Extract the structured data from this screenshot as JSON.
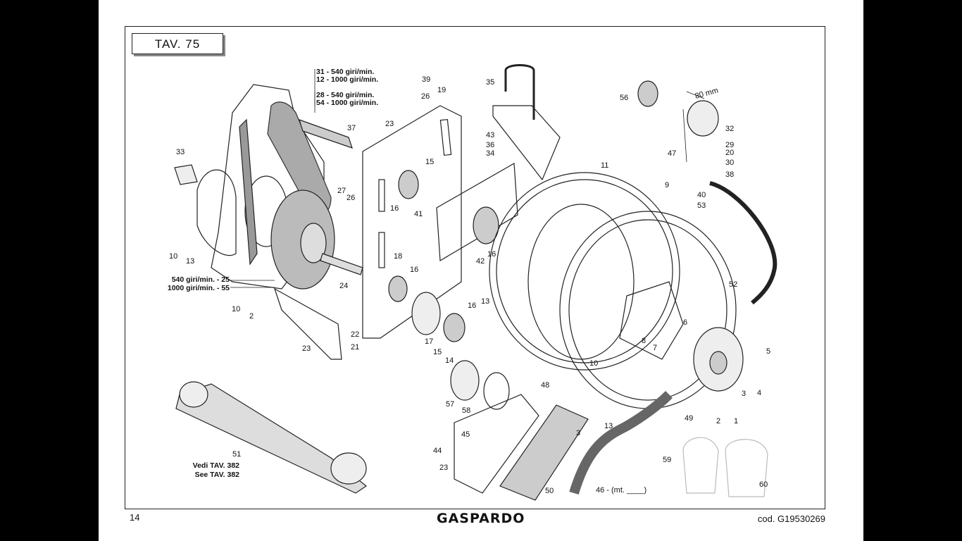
{
  "document": {
    "table_label": "TAV. 75",
    "page_number": "14",
    "brand": "GASPARDO",
    "code": "cod.  G19530269"
  },
  "notes": {
    "speed_31_12_a": "31 - 540 giri/min.",
    "speed_31_12_b": "12 - 1000 giri/min.",
    "speed_28_54_a": "28 - 540 giri/min.",
    "speed_28_54_b": "54 - 1000 giri/min.",
    "speed_25": "540 giri/min. - 25",
    "speed_55": "1000 giri/min. - 55",
    "vedi": "Vedi TAV. 382",
    "see": "See TAV. 382",
    "measure_80": "80 mm",
    "hose_length": "46 - (mt. ____)"
  },
  "callouts": [
    "39",
    "26",
    "19",
    "35",
    "56",
    "37",
    "23",
    "33",
    "15",
    "43",
    "36",
    "34",
    "11",
    "32",
    "29",
    "20",
    "47",
    "30",
    "38",
    "9",
    "27",
    "26",
    "16",
    "41",
    "40",
    "53",
    "10",
    "13",
    "18",
    "16",
    "42",
    "16",
    "24",
    "52",
    "6",
    "13",
    "16",
    "10",
    "2",
    "17",
    "8",
    "7",
    "5",
    "23",
    "22",
    "21",
    "15",
    "14",
    "10",
    "48",
    "3",
    "4",
    "57",
    "58",
    "2",
    "1",
    "49",
    "45",
    "13",
    "44",
    "3",
    "23",
    "51",
    "59",
    "60",
    "50"
  ]
}
